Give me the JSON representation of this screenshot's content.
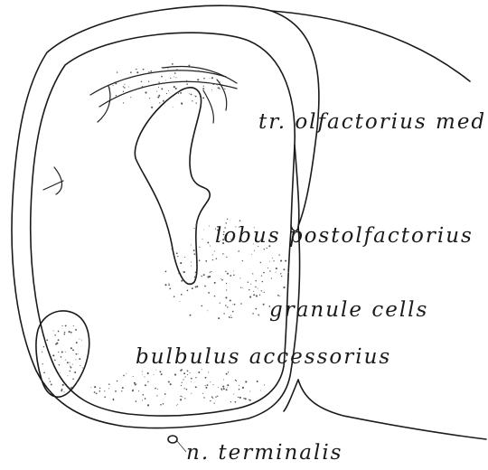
{
  "labels": {
    "tr_olfactorius_med": "tr. olfactorius med.",
    "lobus_postolfactorius": "lobus postolfactorius",
    "granule_cells": "granule cells",
    "bulbulus_accessorius": "bulbulus accessorius",
    "n_terminalis": "n. terminalis"
  },
  "colors": {
    "ink": "#1a1a1a",
    "paper": "#ffffff"
  }
}
